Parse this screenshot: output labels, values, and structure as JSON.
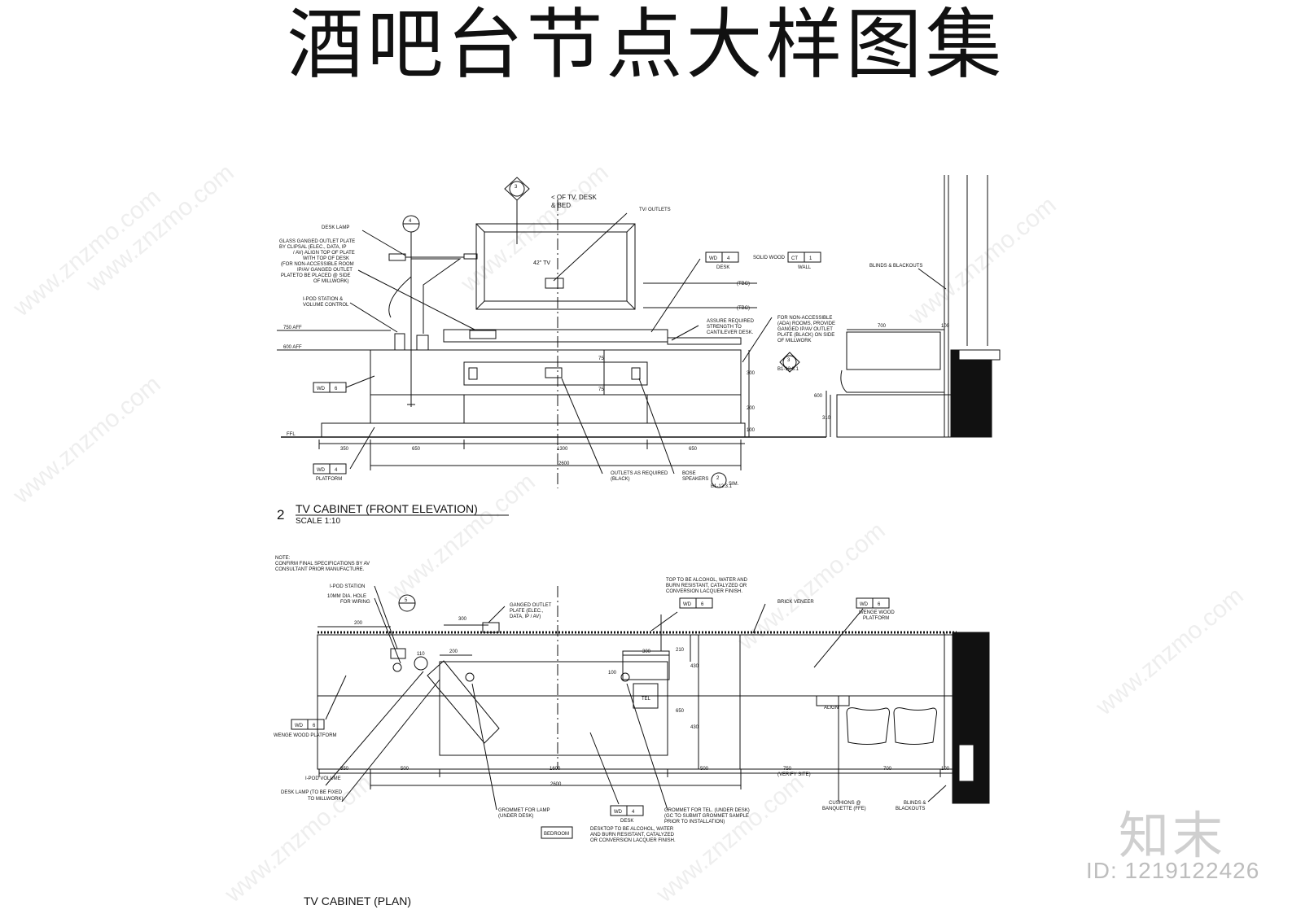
{
  "title": "酒吧台节点大样图集",
  "watermark": "www.znzmo.com",
  "logo": "知末",
  "doc_id": "ID: 1219122426",
  "elevation": {
    "title": "TV CABINET (FRONT ELEVATION)",
    "number": "2",
    "scale": "SCALE   1:10",
    "labels": {
      "desk_lamp": "DESK LAMP",
      "glass_outlet": [
        "GLASS GANGED OUTLET PLATE",
        "BY CLIPSAL (ELEC., DATA, IP",
        "/ AV) ALIGN TOP OF PLATE",
        "WITH TOP OF DESK",
        "(FOR NON-ACCESSIBLE ROOM",
        "IP/AV GANGED OUTLET",
        "PLATETO BE PLACED @ SIDE",
        "OF MILLWORK)"
      ],
      "ipod": [
        "I-POD STATION &",
        "VOLUME CONTROL"
      ],
      "aff750": "750 AFF",
      "aff600": "600 AFF",
      "ffl": "FFL",
      "tv_desk_bed": [
        "< OF TV, DESK",
        "& BED"
      ],
      "tv42": "42\" TV",
      "tv_outlets": "TV/ OUTLETS",
      "solid_wood": "SOLID WOOD",
      "desk": "DESK",
      "wall": "WALL",
      "tbc": "(TBC)",
      "assure": [
        "ASSURE REQUIRED",
        "STRENGTH TO",
        "CANTILEVER DESK."
      ],
      "ada": [
        "FOR NON-ACCESSIBLE",
        "(ADA) ROOMS, PROVIDE",
        "GANGED IP/AV OUTLET",
        "PLATE (BLACK) ON SIDE",
        "OF MILLWORK"
      ],
      "blinds": "BLINDS & BLACKOUTS",
      "outlets_req": [
        "OUTLETS AS REQUIRED",
        "(BLACK)"
      ],
      "bose": [
        "BOSE",
        "SPEAKERS"
      ],
      "platform": "PLATFORM",
      "sim": "SIM."
    },
    "tags": {
      "wd": "WD",
      "wd4": "4",
      "wd6": "6",
      "ct": "CT",
      "ct1": "1"
    },
    "bubbles": {
      "b3": "3",
      "b4": "4",
      "b2": "2",
      "ref": "B1-12.3.1"
    },
    "dims_bottom": [
      "350",
      "650",
      "1300",
      "650"
    ],
    "dim_total": "2600",
    "dims_vert": [
      "75",
      "75",
      "300",
      "200",
      "100",
      "600",
      "310"
    ],
    "dims_right": [
      "700",
      "100"
    ]
  },
  "plan": {
    "title": "TV CABINET (PLAN)",
    "note": [
      "NOTE:",
      "CONFIRM FINAL SPECIFICATIONS BY AV",
      "CONSULTANT PRIOR MANUFACTURE."
    ],
    "labels": {
      "ipod_station": "I-POD STATION",
      "hole": [
        "10MM DIA. HOLE",
        "FOR WIRING"
      ],
      "ganged": [
        "GANGED OUTLET",
        "PLATE (ELEC.,",
        "DATA, IP / AV)"
      ],
      "top": [
        "TOP TO BE ALCOHOL, WATER AND",
        "BURN RESISTANT, CATALYZED OR",
        "CONVERSION LACQUER FINISH."
      ],
      "brick": "BRICK VENEER",
      "wenge_platform": [
        "WENGE WOOD",
        "PLATFORM"
      ],
      "wenge_platform2": "WENGE WOOD PLATFORM",
      "align": "ALIGN",
      "tel": "TEL",
      "ipod_volume": "I-POD VOLUME",
      "desk_lamp_fixed": [
        "DESK LAMP (TO BE FIXED",
        "TO MILLWORK)"
      ],
      "grommet_lamp": [
        "GROMMET FOR LAMP",
        "(UNDER DESK)"
      ],
      "desk": "DESK",
      "desktop": [
        "DESKTOP TO BE ALCOHOL, WATER",
        "AND BURN RESISTANT, CATALYZED",
        "OR CONVERSION LACQUER FINISH."
      ],
      "grommet_tel": [
        "GROMMET FOR TEL. (UNDER DESK)",
        "(GC TO SUBMIT GROMMET SAMPLE",
        "PRIOR TO INSTALLATION)"
      ],
      "bedroom": "BEDROOM",
      "cushions": [
        "CUSHIONS @",
        "BANQUETTE (FFE)"
      ],
      "blinds": [
        "BLINDS &",
        "BLACKOUTS"
      ],
      "verify": "(VERIFY SITE)"
    },
    "bubble": "5",
    "dims_bottom": [
      "350",
      "500",
      "1600",
      "500",
      "750",
      "700",
      "100"
    ],
    "dim_total": "2600",
    "dims_top": [
      "200",
      "300",
      "200",
      "300"
    ],
    "dims_vert": [
      "110",
      "100",
      "210",
      "430",
      "650",
      "430"
    ]
  }
}
